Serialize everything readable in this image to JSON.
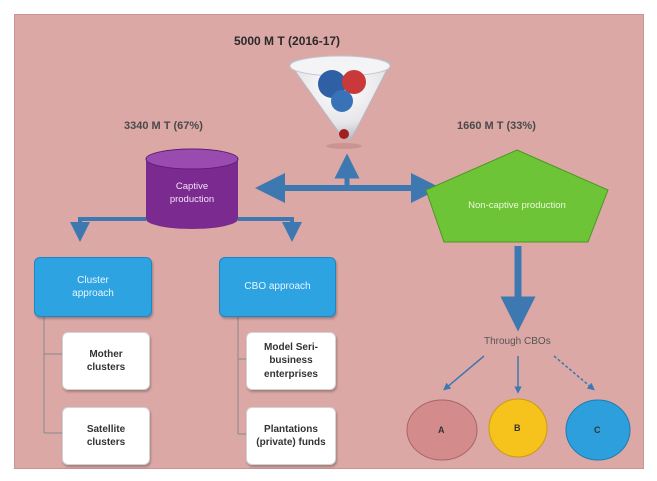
{
  "title": "5000 M T (2016-17)",
  "captive_label": "3340 M T (67%)",
  "noncaptive_label": "1660 M T (33%)",
  "captive_box": "Captive production",
  "noncaptive_box": "Non-captive production",
  "cluster_box": "Cluster approach",
  "cbo_box": "CBO approach",
  "mother": "Mother clusters",
  "satellite": "Satellite clusters",
  "model": "Model Seri-business enterprises",
  "plantations": "Plantations (private) funds",
  "through": "Through CBOs",
  "circles": [
    "A",
    "B",
    "C"
  ],
  "colors": {
    "background": "#dba8a6",
    "captive": "#7b2a8f",
    "noncaptive": "#6ec437",
    "cluster": "#2ea3e2",
    "arrow": "#3d78b0",
    "circle_a": "#d48b8b",
    "circle_b": "#f6c21c",
    "circle_c": "#2d9fdc"
  }
}
